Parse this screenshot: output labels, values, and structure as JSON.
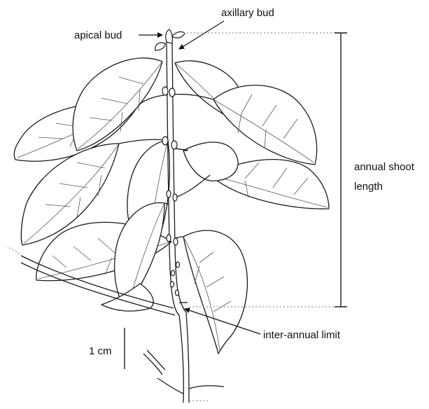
{
  "labels": {
    "apical_bud": "apical bud",
    "axillary_bud": "axillary bud",
    "shoot_length_line1": "annual shoot",
    "shoot_length_line2": "length",
    "inter_annual": "inter-annual limit",
    "scale": "1 cm"
  },
  "colors": {
    "ink": "#1a1a1a",
    "background": "#ffffff",
    "vein": "#555555",
    "guide": "#777777"
  }
}
